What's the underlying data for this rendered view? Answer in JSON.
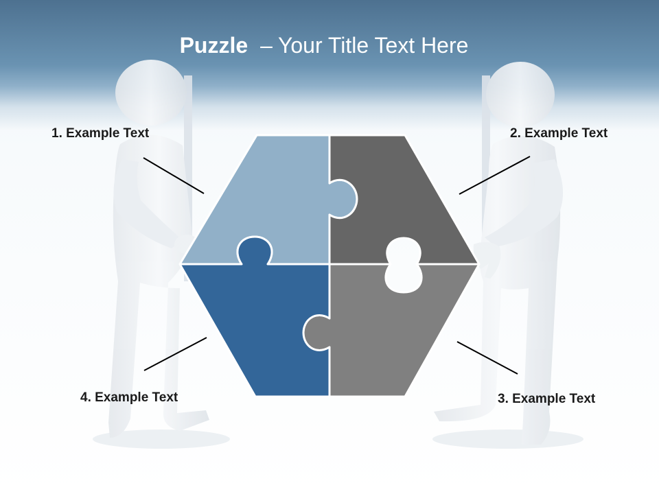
{
  "slide": {
    "title_bold": "Puzzle",
    "title_separator": "–",
    "title_rest": "Your Title Text Here"
  },
  "labels": [
    {
      "text": "1. Example Text"
    },
    {
      "text": "2. Example Text"
    },
    {
      "text": "3. Example Text"
    },
    {
      "text": "4. Example Text"
    }
  ],
  "colors": {
    "header": "#5a7f9f",
    "piece_top_left": "#91b0c8",
    "piece_top_right": "#666666",
    "piece_bottom_right": "#808080",
    "piece_bottom_left": "#336699",
    "figure": "#eef1f4",
    "piece_outline": "#ffffff",
    "connector_line": "#000000"
  },
  "illustration": {
    "left_figure": "figure-holding-sign-left",
    "right_figure": "figure-holding-sign-right"
  }
}
